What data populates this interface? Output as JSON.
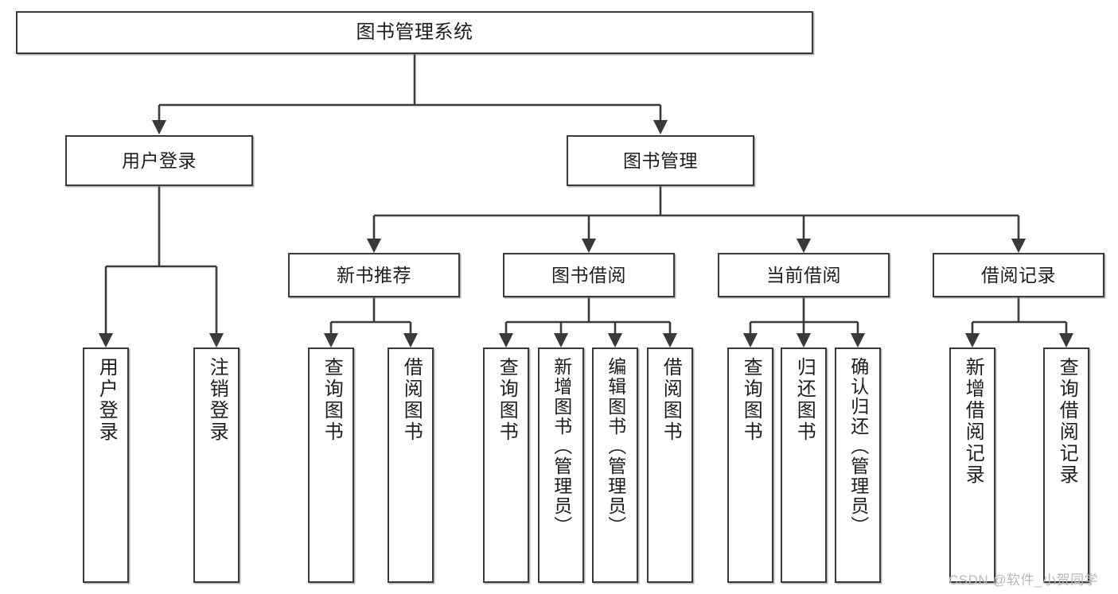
{
  "diagram": {
    "type": "tree-hierarchy",
    "title": "图书管理系统",
    "orientation": "top-down",
    "watermark": "CSDN @软件_小贺同学",
    "colors": {
      "box_border": "#3a3a3a",
      "box_fill": "#ffffff",
      "edge": "#3a3a3a",
      "text": "#1d1d1d",
      "watermark": "#b9b9b9"
    },
    "nodes": {
      "root": {
        "label": "图书管理系统"
      },
      "level2": [
        {
          "id": "user-login",
          "label": "用户登录"
        },
        {
          "id": "book-manage",
          "label": "图书管理"
        }
      ],
      "level3": [
        {
          "id": "new-book-rec",
          "label": "新书推荐"
        },
        {
          "id": "book-borrow",
          "label": "图书借阅"
        },
        {
          "id": "current-borrow",
          "label": "当前借阅"
        },
        {
          "id": "borrow-record",
          "label": "借阅记录"
        }
      ],
      "leaves": {
        "user_login": [
          {
            "id": "leaf-user-login",
            "label": "用户登录"
          },
          {
            "id": "leaf-logout",
            "label": "注销登录"
          }
        ],
        "new_book_rec": [
          {
            "id": "leaf-query-book-1",
            "label": "查询图书"
          },
          {
            "id": "leaf-borrow-book-1",
            "label": "借阅图书"
          }
        ],
        "book_borrow": [
          {
            "id": "leaf-query-book-2",
            "label": "查询图书"
          },
          {
            "id": "leaf-add-book",
            "label": "新增图书（管理员）"
          },
          {
            "id": "leaf-edit-book",
            "label": "编辑图书（管理员）"
          },
          {
            "id": "leaf-borrow-book-2",
            "label": "借阅图书"
          }
        ],
        "current_borrow": [
          {
            "id": "leaf-query-book-3",
            "label": "查询图书"
          },
          {
            "id": "leaf-return-book",
            "label": "归还图书"
          },
          {
            "id": "leaf-confirm-return",
            "label": "确认归还（管理员）"
          }
        ],
        "borrow_record": [
          {
            "id": "leaf-add-record",
            "label": "新增借阅记录"
          },
          {
            "id": "leaf-query-record",
            "label": "查询借阅记录"
          }
        ]
      }
    }
  }
}
